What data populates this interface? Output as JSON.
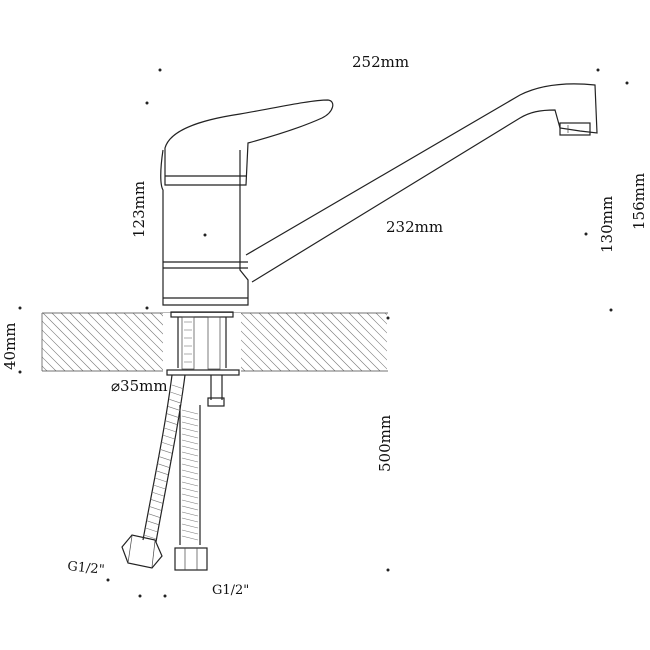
{
  "dimensions": {
    "overall_length": "252mm",
    "body_height": "123mm",
    "spout_length": "232mm",
    "spout_height": "130mm",
    "overall_height": "156mm",
    "mount_thickness": "40mm",
    "hole_diameter": "⌀35mm",
    "hose_length": "500mm",
    "thread_left": "G1/2\"",
    "thread_right": "G1/2\""
  }
}
